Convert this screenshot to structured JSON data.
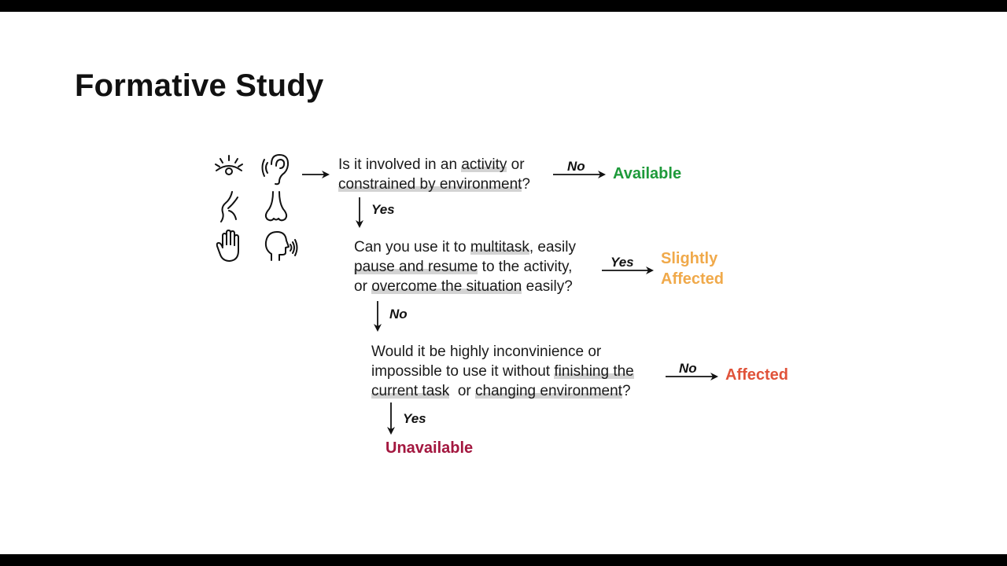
{
  "slide": {
    "title": "Formative Study"
  },
  "senses": {
    "icons": [
      "eye-icon",
      "ear-icon",
      "mouth-icon",
      "nose-icon",
      "hand-icon",
      "speaking-head-icon"
    ]
  },
  "flow": {
    "q1": {
      "t1": "Is it involved in an ",
      "h1": "activity",
      "t2": " or",
      "h2": "constrained by environment",
      "t3": "?"
    },
    "q2": {
      "t1": "Can you use it to ",
      "h1": "multitask",
      "t2": ", easily",
      "h2": "pause and resume",
      "t3": " to the activity,",
      "t4": "or ",
      "h3": "overcome the situation",
      "t5": " easily?"
    },
    "q3": {
      "t1": "Would it be highly inconvinience or",
      "t2": "impossible to use it without ",
      "h1": "finishing the",
      "h2": "current task",
      "t3": "  or ",
      "h3": "changing environment",
      "t4": "?"
    },
    "edges": {
      "q1_no": "No",
      "q1_yes": "Yes",
      "q2_yes": "Yes",
      "q2_no": "No",
      "q3_no": "No",
      "q3_yes": "Yes"
    },
    "outcomes": {
      "available": "Available",
      "slightly_line1": "Slightly",
      "slightly_line2": "Affected",
      "affected": "Affected",
      "unavailable": "Unavailable"
    }
  },
  "colors": {
    "available": "#1e9a3a",
    "slightly_affected": "#f0a94a",
    "affected": "#e0533a",
    "unavailable": "#a3173f",
    "highlight": "#d3d3d3"
  }
}
